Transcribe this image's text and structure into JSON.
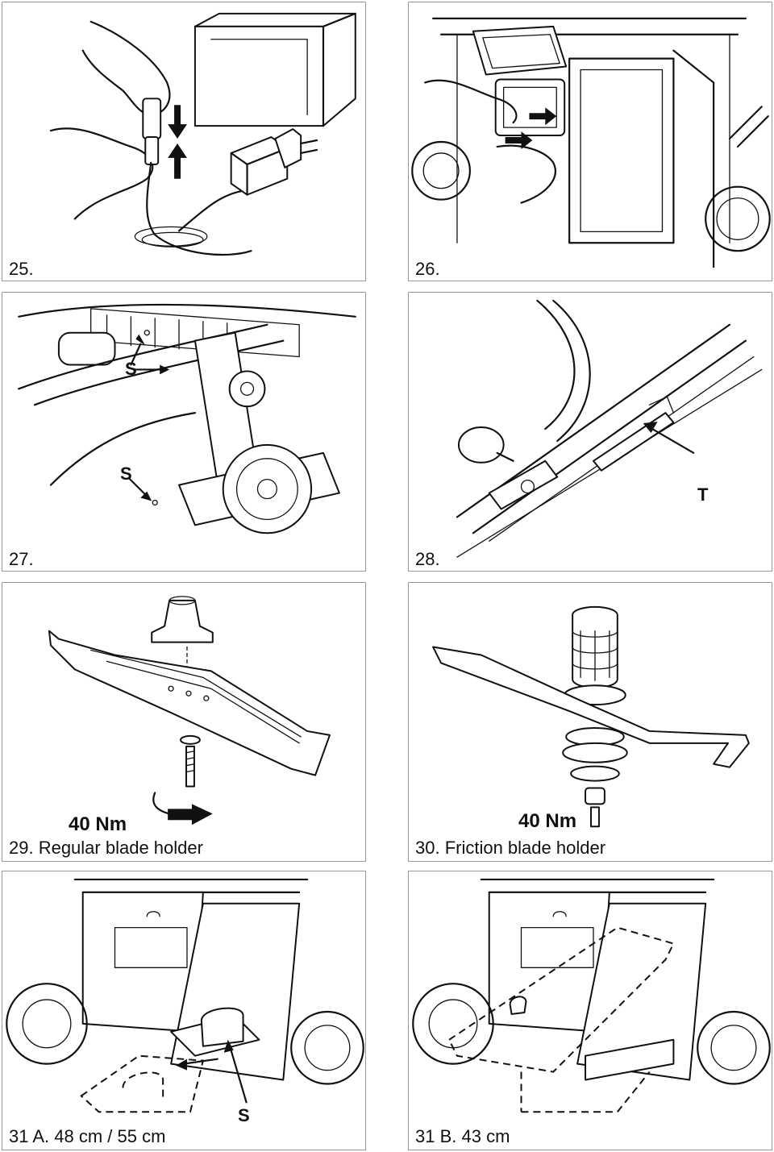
{
  "panels": {
    "p25": {
      "caption": "25."
    },
    "p26": {
      "caption": "26."
    },
    "p27": {
      "caption": "27.",
      "callout_s1": "S",
      "callout_s2": "S"
    },
    "p28": {
      "caption": "28.",
      "callout_t": "T"
    },
    "p29": {
      "caption": "29. Regular blade holder",
      "torque": "40 Nm"
    },
    "p30": {
      "caption": "30. Friction blade holder",
      "torque": "40 Nm"
    },
    "p31a": {
      "caption": "31 A. 48 cm / 55 cm",
      "callout_s": "S"
    },
    "p31b": {
      "caption": "31 B. 43 cm"
    }
  }
}
